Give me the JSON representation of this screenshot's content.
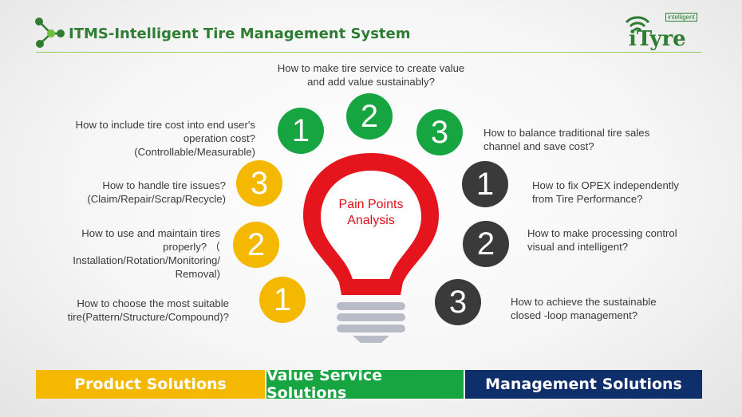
{
  "header": {
    "title": "ITMS-Intelligent Tire Management System",
    "logo_tag": "intelligent",
    "logo_text": "iTyre"
  },
  "bulb": {
    "title_line1": "Pain Points",
    "title_line2": "Analysis"
  },
  "top_question": {
    "line1": "How to make tire service to create value",
    "line2": "and add value sustainably?"
  },
  "numbers": {
    "g1": "1",
    "g2": "2",
    "g3": "3",
    "y3": "3",
    "y2": "2",
    "y1": "1",
    "d1": "1",
    "d2": "2",
    "d3": "3"
  },
  "left_questions": {
    "q1": [
      "How to include tire cost into end user's",
      "operation cost?",
      "(Controllable/Measurable)"
    ],
    "q2": [
      "How to handle tire issues?",
      "(Claim/Repair/Scrap/Recycle)"
    ],
    "q3": [
      "How to use and maintain tires",
      "properly? （",
      "Installation/Rotation/Monitoring/",
      "Removal)"
    ],
    "q4": [
      "How to choose the most suitable",
      "tire(Pattern/Structure/Compound)?"
    ]
  },
  "right_questions": {
    "q1": [
      "How to balance traditional tire sales",
      "channel and save cost?"
    ],
    "q2": [
      "How to fix OPEX independently",
      "from Tire Performance?"
    ],
    "q3": [
      "How to make processing control",
      "visual and intelligent?"
    ],
    "q4": [
      "How to achieve the sustainable",
      "closed -loop management?"
    ]
  },
  "bands": {
    "product": "Product Solutions",
    "value": "Value Service Solutions",
    "management": "Management Solutions"
  },
  "colors": {
    "green": "#17a542",
    "yellow": "#f4b800",
    "dark": "#3a3a3a",
    "red": "#e0101b",
    "band_product": "#f4b800",
    "band_value": "#17a542",
    "band_management": "#0f2f6b"
  },
  "icons": {
    "header": "network-nodes-icon",
    "logo": "wifi-signal-icon",
    "center": "light-bulb-icon"
  }
}
